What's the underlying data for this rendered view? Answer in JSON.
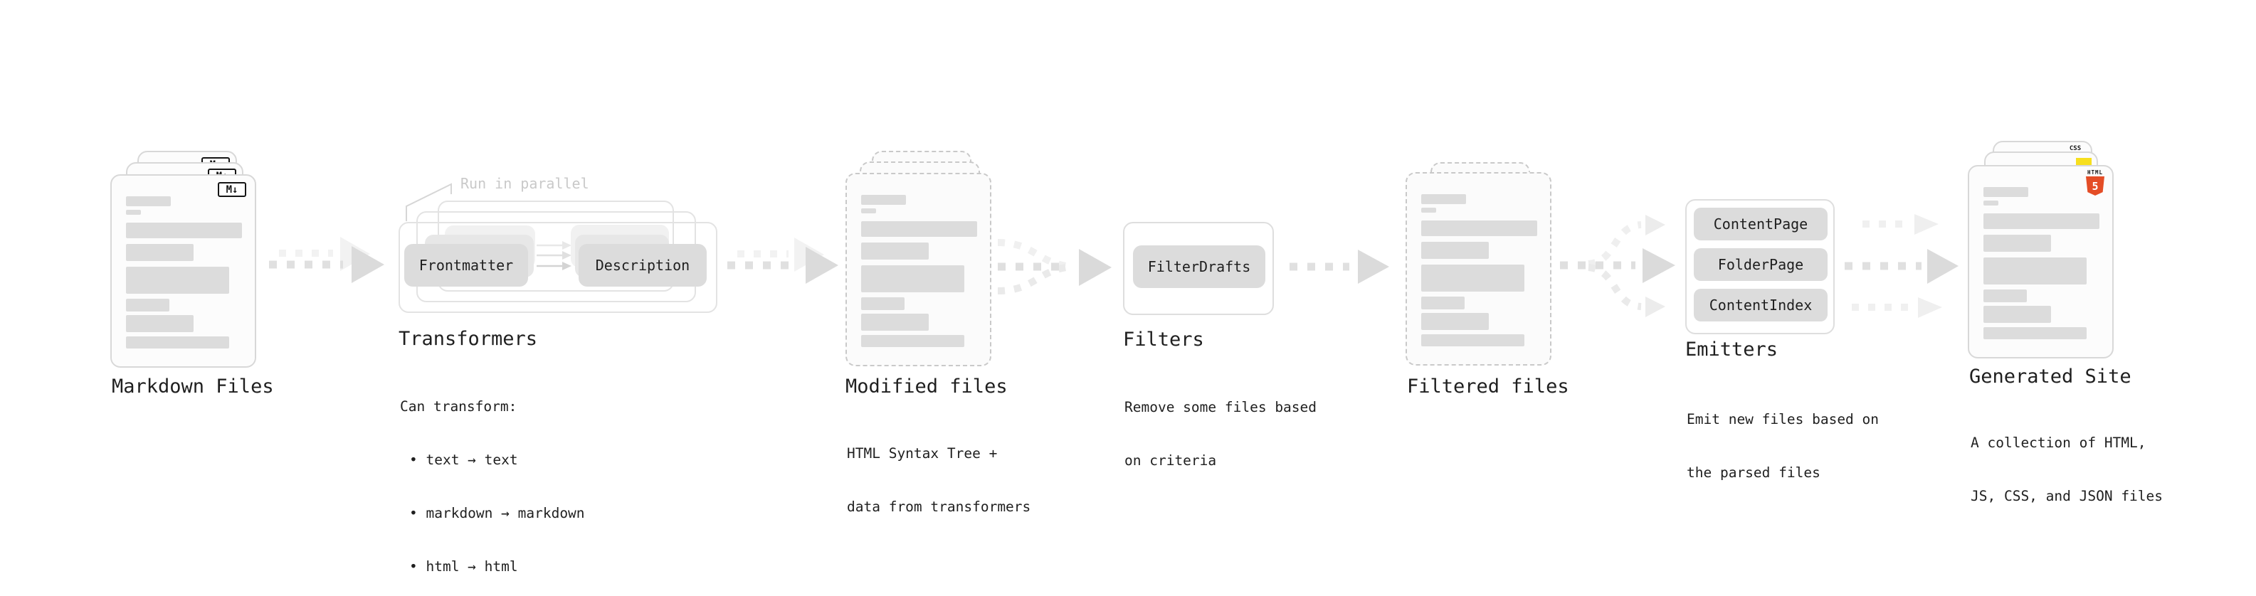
{
  "markdown_files": {
    "label": "Markdown Files",
    "badge": "M↓"
  },
  "transformers": {
    "note": "Run in parallel",
    "frontmatter_pill": "Frontmatter",
    "description_pill": "Description",
    "label": "Transformers",
    "body_title": "Can transform:",
    "bullet_1": "• text → text",
    "bullet_2": "• markdown → markdown",
    "bullet_3": "• html → html"
  },
  "modified_files": {
    "label": "Modified files",
    "desc_line_1": "HTML Syntax Tree +",
    "desc_line_2": "data from transformers"
  },
  "filters": {
    "pill": "FilterDrafts",
    "label": "Filters",
    "desc_line_1": "Remove some files based",
    "desc_line_2": "on criteria"
  },
  "filtered_files": {
    "label": "Filtered files"
  },
  "emitters": {
    "pill_1": "ContentPage",
    "pill_2": "FolderPage",
    "pill_3": "ContentIndex",
    "label": "Emitters",
    "desc_line_1": "Emit new files based on",
    "desc_line_2": "the parsed files"
  },
  "generated_site": {
    "label": "Generated Site",
    "desc_line_1": "A collection of HTML,",
    "desc_line_2": "JS, CSS, and JSON files",
    "html5_badge_label": "HTML",
    "html5_badge_number": "5",
    "css_badge_label": "CSS"
  },
  "colors": {
    "ink": "#1f1f1f",
    "muted-note": "#c9c9c9",
    "html5-orange": "#e44d26",
    "js-yellow": "#f7df1e",
    "css-blue": "#2965f1"
  }
}
